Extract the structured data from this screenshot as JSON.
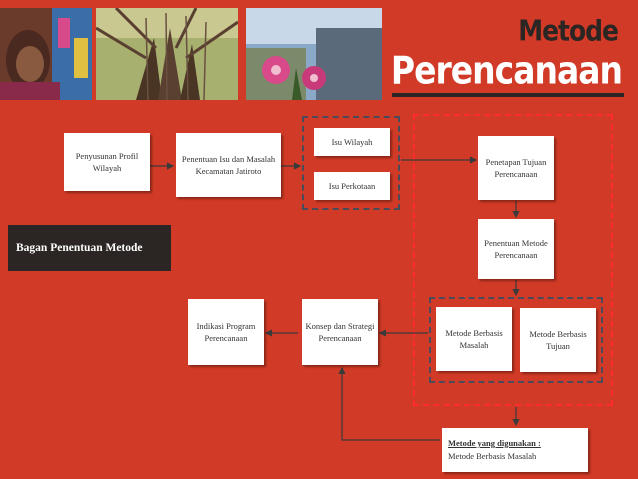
{
  "title": {
    "line1": "Metode",
    "line2": "Perencanaan"
  },
  "photos": [
    "portrait-photo",
    "banyan-tree-photo",
    "pink-flower-photo"
  ],
  "bagan_label": "Bagan Penentuan Metode",
  "boxes": {
    "profil": "Penyusunan Profil Wilayah",
    "isu_masalah": "Penentuan Isu dan Masalah Kecamatan Jatiroto",
    "isu_wilayah": "Isu Wilayah",
    "isu_perkotaan": "Isu Perkotaan",
    "tujuan": "Penetapan Tujuan Perencanaan",
    "penentuan_metode": "Penentuan Metode Perencanaan",
    "basis_masalah": "Metode Berbasis Masalah",
    "basis_tujuan": "Metode Berbasis Tujuan",
    "konsep": "Konsep dan Strategi Perencanaan",
    "indikasi": "Indikasi Program Perencanaan"
  },
  "result": {
    "heading": "Metode yang digunakan :",
    "value": "Metode Berbasis Masalah"
  },
  "colors": {
    "background": "#d13a26",
    "dark": "#2b2523",
    "dashed_red": "#ff2b2b",
    "dashed_gray": "#4a4a5a",
    "connector": "#3a3a3a"
  }
}
